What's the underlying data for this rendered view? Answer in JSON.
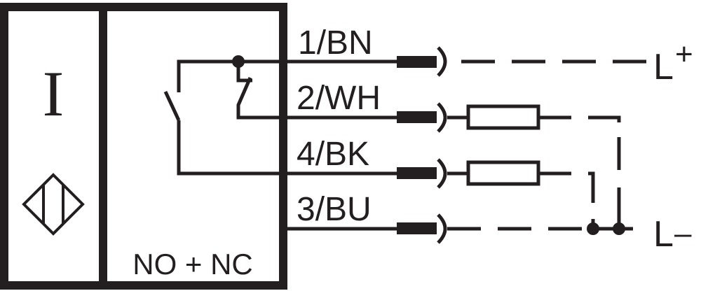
{
  "diagram": {
    "type": "wiring-diagram",
    "device": {
      "symbol_letter": "I",
      "sensor_symbol": "inductive-sensor-icon",
      "output_type_label": "NO + NC"
    },
    "wires": [
      {
        "pin": "1/BN",
        "label": "1/BN",
        "termination": "L+",
        "load": false
      },
      {
        "pin": "2/WH",
        "label": "2/WH",
        "termination": "L-",
        "load": true
      },
      {
        "pin": "4/BK",
        "label": "4/BK",
        "termination": "L-",
        "load": true
      },
      {
        "pin": "3/BU",
        "label": "3/BU",
        "termination": "L-",
        "load": false
      }
    ],
    "supply": {
      "positive_label": "L",
      "positive_sign": "+",
      "negative_label": "L",
      "negative_sign": "–"
    },
    "colors": {
      "ink": "#231f20",
      "background": "#ffffff"
    }
  }
}
